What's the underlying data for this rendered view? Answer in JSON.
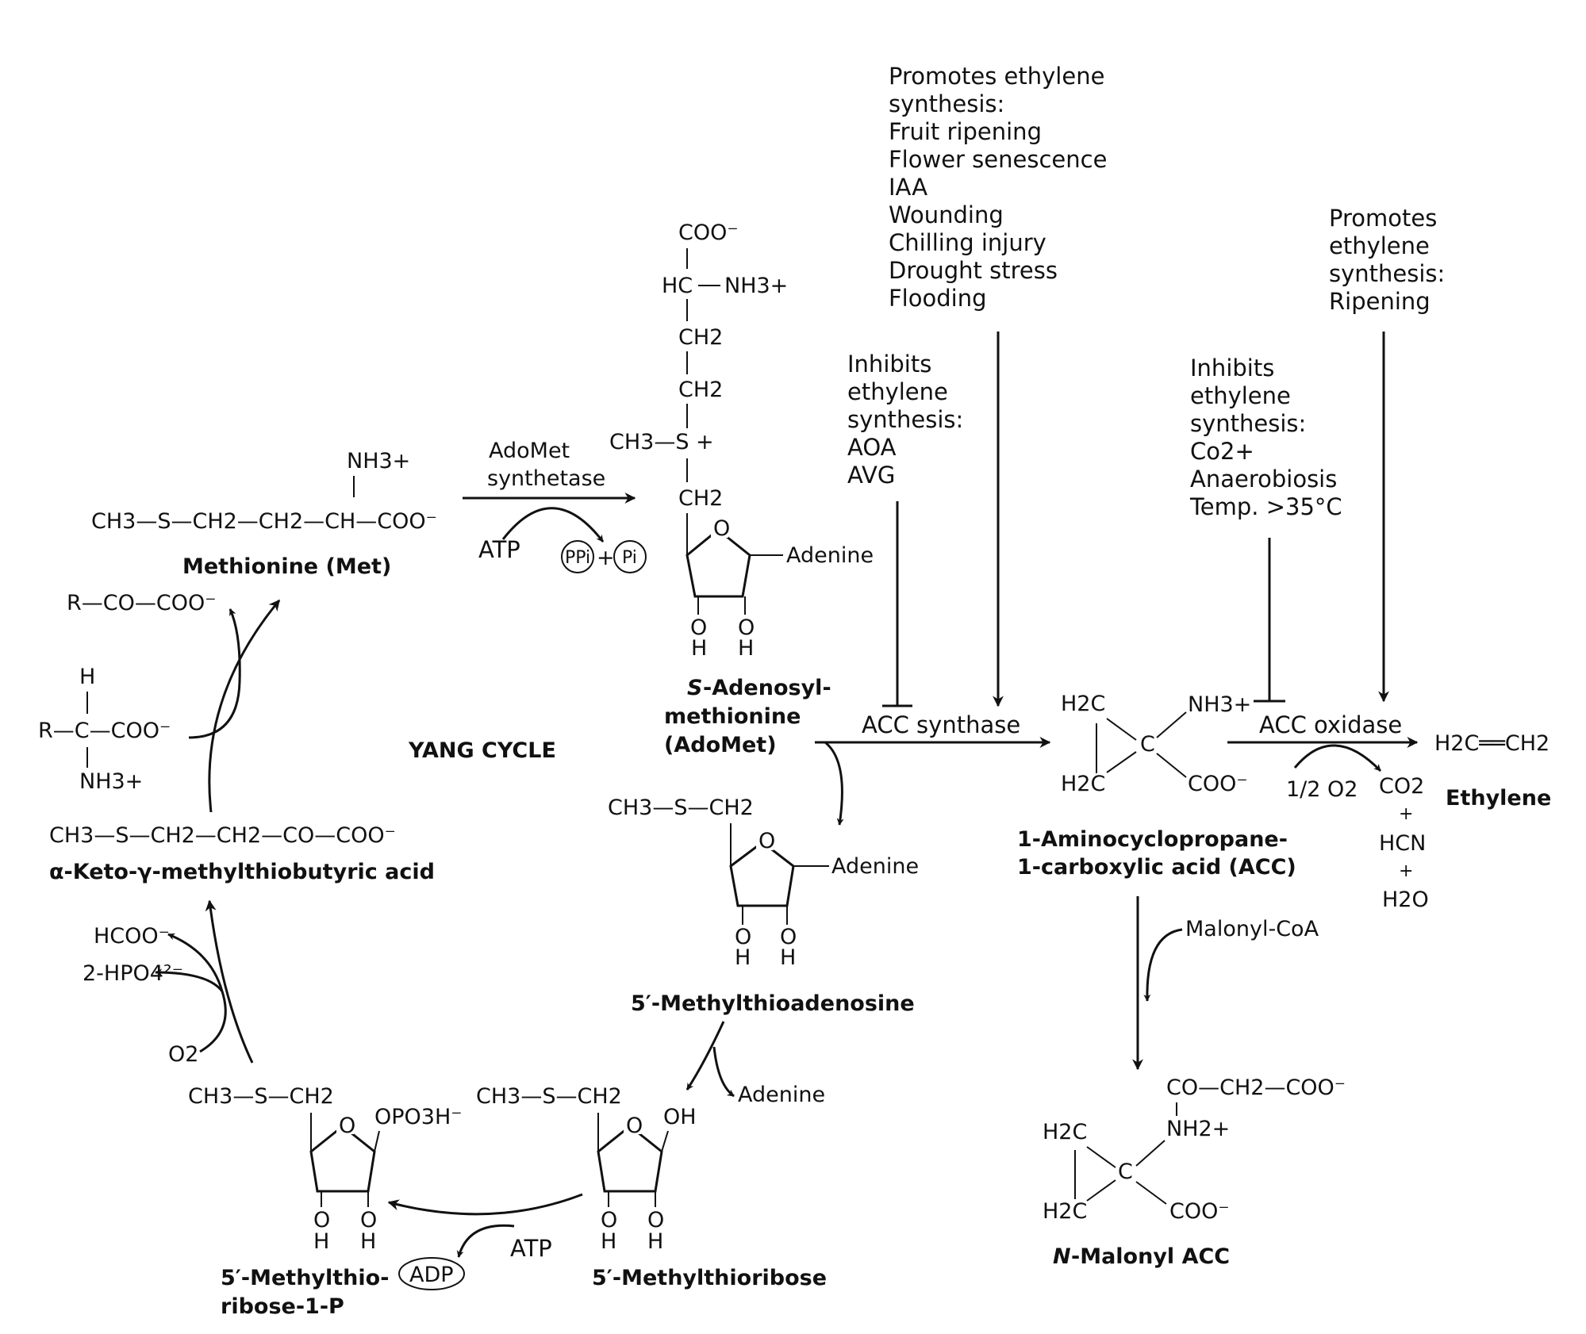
{
  "compounds": {
    "methionine": {
      "name": "Methionine (Met)",
      "formula_line": "CH3—S—CH2—CH2—CH—COO⁻",
      "amine": "NH3+"
    },
    "adomet": {
      "name_prefix": "S",
      "name_line1": "-Adenosyl-",
      "name_line2": "methionine",
      "name_line3": "(AdoMet)",
      "coo": "COO⁻",
      "hc": "HC",
      "nh3": "NH3+",
      "ch2": "CH2",
      "ch3s": "CH3—S +",
      "adenine": "Adenine",
      "oh_o": "O",
      "oh_h": "H"
    },
    "mta": {
      "name": "5′-Methylthioadenosine",
      "top": "CH3—S—CH2",
      "adenine": "Adenine"
    },
    "mtr": {
      "name": "5′-Methylthioribose",
      "top": "CH3—S—CH2",
      "oh": "OH"
    },
    "mtr1p": {
      "name_line1": "5′-Methylthio-",
      "name_line2": "ribose-1-P",
      "top": "CH3—S—CH2",
      "phosphate": "OPO3H⁻"
    },
    "kmba": {
      "name": "α-Keto-γ-methylthiobutyric acid",
      "formula": "CH3—S—CH2—CH2—CO—COO⁻"
    },
    "keto_acid": {
      "formula": "R—CO—COO⁻"
    },
    "amino_acid": {
      "h": "H",
      "formula": "R—C—COO⁻",
      "nh3": "NH3+"
    },
    "acc": {
      "name_line1": "1-Aminocyclopropane-",
      "name_line2": "1-carboxylic acid (ACC)",
      "h2c": "H2C",
      "c": "C",
      "nh3": "NH3+",
      "coo": "COO⁻"
    },
    "ethylene": {
      "name": "Ethylene",
      "formula": "H2C══CH2"
    },
    "malonyl_acc": {
      "name_prefix": "N",
      "name_rest": "-Malonyl ACC",
      "top": "CO—CH2—COO⁻",
      "nh2": "NH2+",
      "h2c": "H2C",
      "c": "C",
      "coo": "COO⁻"
    }
  },
  "reagents": {
    "adomet_synthetase_line1": "AdoMet",
    "adomet_synthetase_line2": "synthetase",
    "atp": "ATP",
    "ppi": "PPi",
    "pi": "Pi",
    "plus": "+",
    "adenine_released": "Adenine",
    "adp": "ADP",
    "atp2": "ATP",
    "hcoo": "HCOO⁻",
    "hpo4": "2-HPO4²⁻",
    "o2": "O2",
    "acc_synthase": "ACC synthase",
    "acc_oxidase": "ACC oxidase",
    "half_o2": "1/2 O2",
    "co2": "CO2",
    "hcn": "HCN",
    "h2o": "H2O",
    "malonyl_coa": "Malonyl-CoA"
  },
  "cycle_label": "YANG CYCLE",
  "regulation": {
    "promotes_synthase": [
      "Promotes ethylene",
      "synthesis:",
      "Fruit ripening",
      "Flower senescence",
      "IAA",
      "Wounding",
      "Chilling injury",
      "Drought stress",
      "Flooding"
    ],
    "inhibits_synthase": [
      "Inhibits",
      "ethylene",
      "synthesis:",
      "AOA",
      "AVG"
    ],
    "inhibits_oxidase": [
      "Inhibits",
      "ethylene",
      "synthesis:",
      "Co2+",
      "Anaerobiosis",
      "Temp. >35°C"
    ],
    "promotes_oxidase": [
      "Promotes",
      "ethylene",
      "synthesis:",
      "Ripening"
    ]
  }
}
